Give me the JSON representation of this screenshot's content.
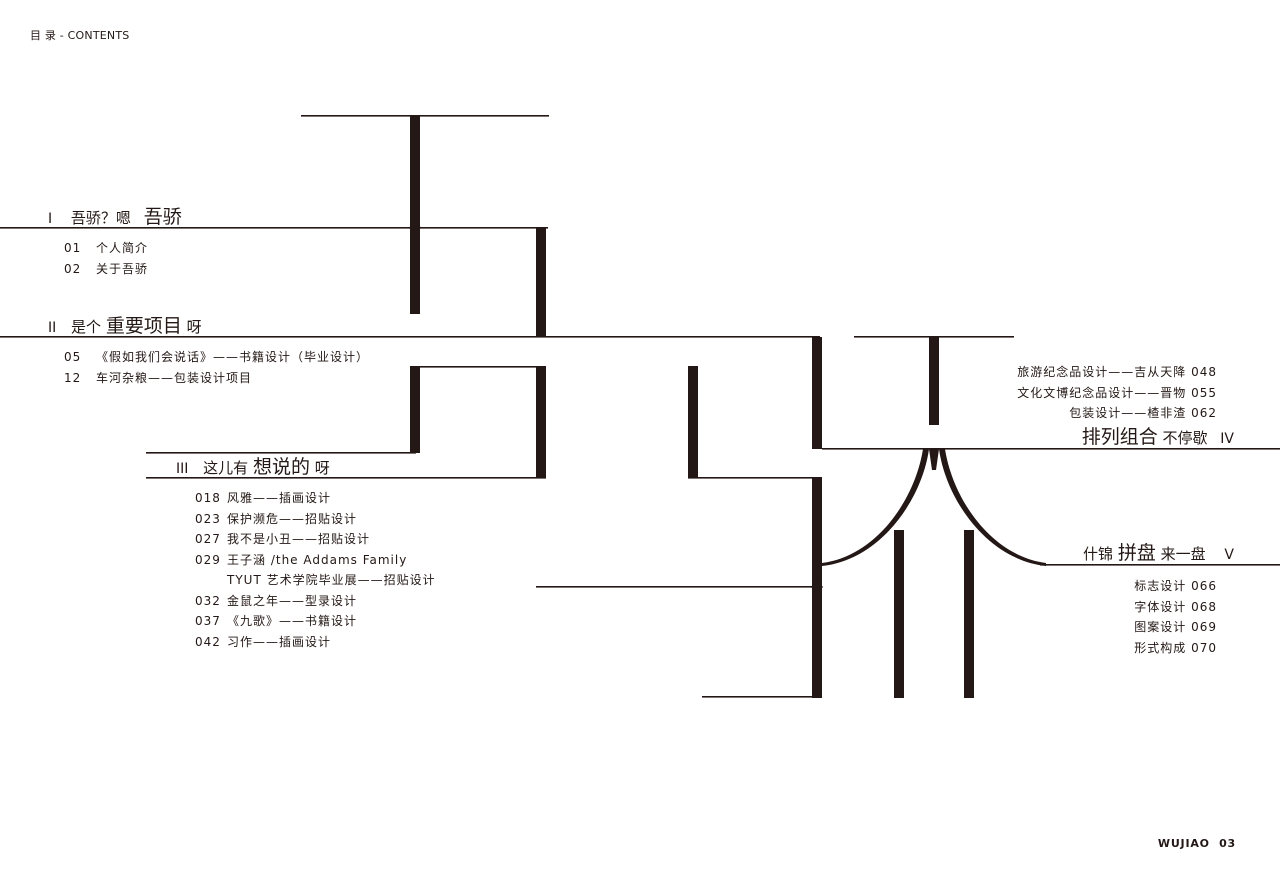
{
  "header": {
    "label": "目 录 - CONTENTS"
  },
  "footer": {
    "brand": "WUJIAO",
    "page": "03"
  },
  "art": {
    "ink_color": "#231815",
    "background": "#ffffff",
    "glyph": "吾骄"
  },
  "sections": [
    {
      "numeral": "I",
      "title_pre": "吾骄？嗯",
      "title_big": "吾骄",
      "title_post": "",
      "items": [
        {
          "num": "01",
          "text": "个人简介"
        },
        {
          "num": "02",
          "text": "关于吾骄"
        }
      ]
    },
    {
      "numeral": "II",
      "title_pre": "是个",
      "title_big": "重要项目",
      "title_post": "呀",
      "items": [
        {
          "num": "05",
          "text": "《假如我们会说话》——书籍设计（毕业设计）"
        },
        {
          "num": "12",
          "text": "车河杂粮——包装设计项目"
        }
      ]
    },
    {
      "numeral": "III",
      "title_pre": "这儿有",
      "title_big": "想说的",
      "title_post": "呀",
      "items": [
        {
          "num": "018",
          "text": "风雅——插画设计"
        },
        {
          "num": "023",
          "text": "保护濒危——招贴设计"
        },
        {
          "num": "027",
          "text": "我不是小丑——招贴设计"
        },
        {
          "num": "029",
          "text": "王子涵 /the Addams Family"
        },
        {
          "num": "",
          "text": "TYUT 艺术学院毕业展——招贴设计"
        },
        {
          "num": "032",
          "text": "金鼠之年——型录设计"
        },
        {
          "num": "037",
          "text": "《九歌》——书籍设计"
        },
        {
          "num": "042",
          "text": "习作——插画设计"
        }
      ]
    },
    {
      "numeral": "IV",
      "title_big": "排列组合",
      "title_post": "不停歇",
      "items": [
        {
          "text": "旅游纪念品设计——吉从天降",
          "num": "048"
        },
        {
          "text": "文化文博纪念品设计——晋物",
          "num": "055"
        },
        {
          "text": "包装设计——楂非渣",
          "num": "062"
        }
      ]
    },
    {
      "numeral": "V",
      "title_pre": "什锦",
      "title_big": "拼盘",
      "title_post": "来一盘",
      "items": [
        {
          "text": "标志设计",
          "num": "066"
        },
        {
          "text": "字体设计",
          "num": "068"
        },
        {
          "text": "图案设计",
          "num": "069"
        },
        {
          "text": "形式构成",
          "num": "070"
        }
      ]
    }
  ]
}
